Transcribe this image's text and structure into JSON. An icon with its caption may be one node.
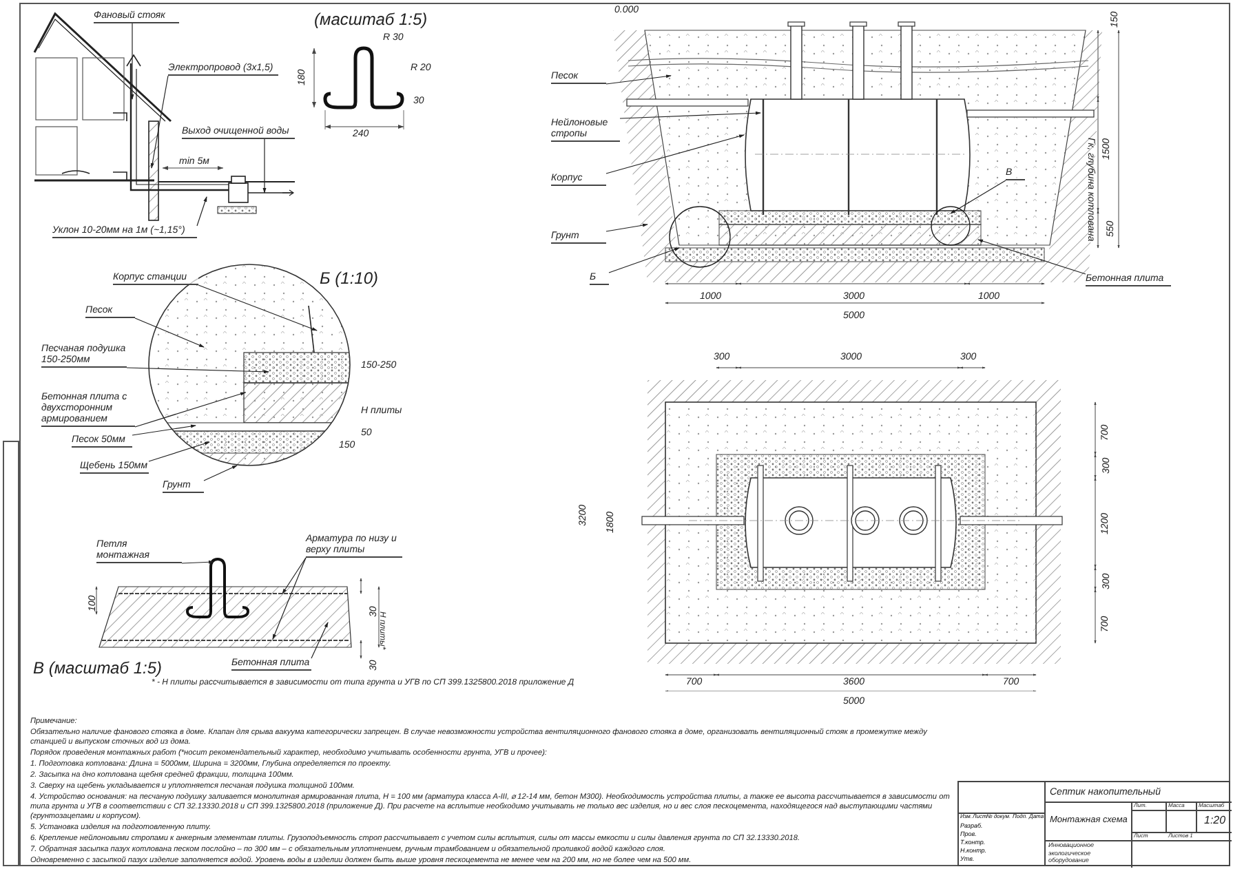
{
  "diagram": {
    "nodes": [
      {
        "text": [
          "Фановый стояк"
        ]
      },
      {
        "text": [
          "Электропровод (3х1,5)"
        ]
      },
      {
        "text": [
          "Выход очищенной воды"
        ]
      },
      {
        "text": [
          "Уклон 10-20мм на 1м (~1,15°)"
        ]
      },
      {
        "text": [
          "Песок"
        ]
      },
      {
        "text": [
          "Нейлоновые стропы"
        ]
      },
      {
        "text": [
          "Корпус"
        ]
      },
      {
        "text": [
          "Грунт"
        ]
      },
      {
        "text": [
          "Б"
        ]
      },
      {
        "text": [
          "В"
        ]
      },
      {
        "text": [
          "Бетонная плита"
        ]
      },
      {
        "text": [
          "Корпус станции"
        ]
      },
      {
        "text": [
          "Песок"
        ]
      },
      {
        "text": [
          "Песчаная подушка 150-250мм"
        ]
      },
      {
        "text": [
          "Бетонная плита с двухсторонним армированием"
        ]
      },
      {
        "text": [
          "Песок 50мм"
        ]
      },
      {
        "text": [
          "Щебень 150мм"
        ]
      },
      {
        "text": [
          "Грунт"
        ]
      },
      {
        "text": [
          "Петля монтажная"
        ]
      },
      {
        "text": [
          "Арматура по низу и верху плиты"
        ]
      },
      {
        "text": [
          "Бетонная плита"
        ]
      },
      {
        "text": [],
        "shape": "picture"
      },
      {
        "text": [],
        "shape": "picture"
      }
    ],
    "edges": [
      {
        "from": 0,
        "to": null,
        "arrow": "to"
      },
      {
        "from": 1,
        "to": null,
        "arrow": "to"
      },
      {
        "from": 2,
        "to": null,
        "arrow": "to"
      },
      {
        "from": 3,
        "to": null,
        "arrow": "to"
      },
      {
        "from": 4,
        "to": null,
        "arrow": "to"
      },
      {
        "from": 5,
        "to": null,
        "arrow": "to"
      },
      {
        "from": 6,
        "to": null,
        "arrow": "to"
      },
      {
        "from": 7,
        "to": null,
        "arrow": "to"
      },
      {
        "from": 8,
        "to": null,
        "arrow": "to"
      },
      {
        "from": 9,
        "to": null,
        "arrow": "to"
      },
      {
        "from": 10,
        "to": null,
        "arrow": "to"
      },
      {
        "from": 11,
        "to": 21,
        "arrow": "to"
      },
      {
        "from": 12,
        "to": 21,
        "arrow": "to"
      },
      {
        "from": 13,
        "to": 21,
        "arrow": "to"
      },
      {
        "from": 14,
        "to": 21,
        "arrow": "to"
      },
      {
        "from": 15,
        "to": 21,
        "arrow": "to"
      },
      {
        "from": 16,
        "to": 21,
        "arrow": "to"
      },
      {
        "from": 17,
        "to": 21,
        "arrow": "to"
      },
      {
        "from": 18,
        "to": 22,
        "arrow": "to"
      },
      {
        "from": 19,
        "to": 22,
        "arrow": "to"
      },
      {
        "from": 19,
        "to": 22,
        "arrow": "to"
      },
      {
        "from": 20,
        "to": 22,
        "arrow": "to"
      }
    ],
    "labels": [
      "(масштаб 1:5)",
      "R 30",
      "R 20",
      "180",
      "30",
      "240",
      "min 5м",
      "0.000",
      "150",
      "1500",
      "550",
      "Гк, глубина котлована",
      "1000",
      "3000",
      "1000",
      "5000",
      "Б (1:10)",
      "150-250",
      "Н плиты",
      "50",
      "150",
      "100",
      "30",
      "30",
      "Н плиты*",
      "В (масштаб 1:5)",
      "* - Н плиты рассчитывается в зависимости от типа грунта и УГВ по СП 399.1325800.2018 приложение Д",
      "300",
      "3000",
      "300",
      "3200",
      "1800",
      "700",
      "300",
      "1200",
      "300",
      "700",
      "700",
      "3600",
      "700",
      "5000",
      "Примечание:",
      "Обязательно наличие фанового стояка в доме. Клапан для срыва вакуума категорически запрещен. В случае невозможности устройства вентиляционного фанового стояка в доме, организовать вентиляционный стояк в промежутке между станцией и выпуском сточных вод из дома.",
      "Порядок проведения монтажных работ (*носит рекомендательный характер, необходимо учитывать особенности грунта, УГВ и прочее):",
      "1. Подготовка котлована: Длина = 5000мм, Ширина = 3200мм, Глубина определяется по проекту.",
      "2. Засыпка на дно котлована щебня средней фракции, толщина 100мм.",
      "3. Сверху на щебень укладывается и уплотняется песчаная подушка толщиной 100мм.",
      "4. Устройство основания: на песчаную подушку заливается монолитная армированная плита, Н = 100 мм (арматура класса А-III, ⌀ 12-14 мм, бетон М300). Необходимость устройства плиты, а также ее высота рассчитывается в зависимости от типа грунта и УГВ в соответствии с СП 32.13330.2018 и СП 399.1325800.2018 (приложение Д). При расчете на всплытие необходимо учитывать не только вес изделия, но и вес слоя пескоцемента, находящегося над выступающими частями (грунтозацепами и корпусом).",
      "5. Установка изделия на подготовленную плиту.",
      "6. Крепление нейлоновыми стропами к анкерным элементам плиты. Грузоподъемность строп рассчитывает с учетом силы всплытия, силы от массы емкости и силы давления грунта по СП 32.13330.2018.",
      "7. Обратная засыпка пазух котлована песком послойно – по 300 мм – с обязательным уплотнением, ручным трамбованием и обязательной проливкой водой каждого слоя.",
      "Одновременно с засыпкой пазух изделие заполняется водой. Уровень воды в изделии должен быть выше уровня пескоцемента не менее чем на 200 мм, но не более чем на 500 мм.",
      "Септик накопительный",
      "Монтажная схема",
      "Лит.",
      "Масса",
      "Масштаб",
      "1:20",
      "Лист",
      "Листов 1",
      "Инновационное экологическое оборудование",
      "Изм.",
      "Лист",
      "№ докум.",
      "Подп.",
      "Дата",
      "Разраб.",
      "Пров.",
      "Т.контр.",
      "Н.контр.",
      "Утв."
    ]
  }
}
